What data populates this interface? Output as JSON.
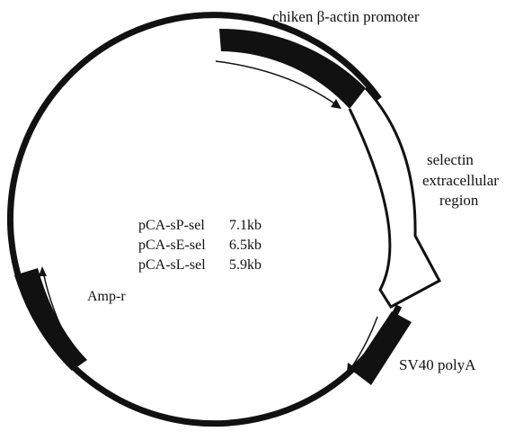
{
  "diagram": {
    "type": "plasmid-map",
    "features": {
      "promoter": "chiken β-actin promoter",
      "selectin_line1": "selectin",
      "selectin_line2": "extracellular",
      "selectin_line3": "region",
      "polya": "SV40 polyA",
      "amp": "Amp-r"
    },
    "constructs": [
      {
        "name": "pCA-sP-sel",
        "size": "7.1kb"
      },
      {
        "name": "pCA-sE-sel",
        "size": "6.5kb"
      },
      {
        "name": "pCA-sL-sel",
        "size": "5.9kb"
      }
    ],
    "colors": {
      "ink": "#111111",
      "background": "#ffffff"
    }
  }
}
